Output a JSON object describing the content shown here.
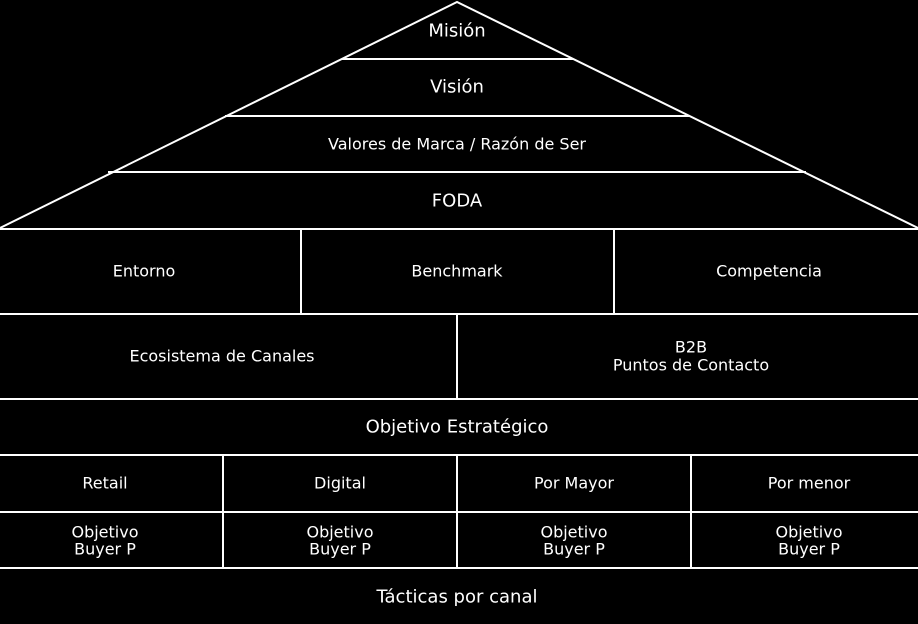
{
  "colors": {
    "background": "#000000",
    "line": "#ffffff",
    "text": "#ffffff"
  },
  "pyramid": {
    "levels": [
      "Misión",
      "Visión",
      "Valores de Marca / Razón de Ser",
      "FODA"
    ]
  },
  "analysis": {
    "cells": [
      "Entorno",
      "Benchmark",
      "Competencia"
    ]
  },
  "channels": {
    "ecosystem": "Ecosistema de Canales",
    "b2b_line1": "B2B",
    "b2b_line2": "Puntos de Contacto"
  },
  "objective": {
    "label": "Objetivo Estratégico"
  },
  "channel_types": {
    "items": [
      "Retail",
      "Digital",
      "Por Mayor",
      "Por menor"
    ]
  },
  "channel_objectives": {
    "items": [
      {
        "line1": "Objetivo",
        "line2": "Buyer P"
      },
      {
        "line1": "Objetivo",
        "line2": "Buyer P"
      },
      {
        "line1": "Objetivo",
        "line2": "Buyer P"
      },
      {
        "line1": "Objetivo",
        "line2": "Buyer P"
      }
    ]
  },
  "tactics": {
    "label": "Tácticas por canal"
  }
}
